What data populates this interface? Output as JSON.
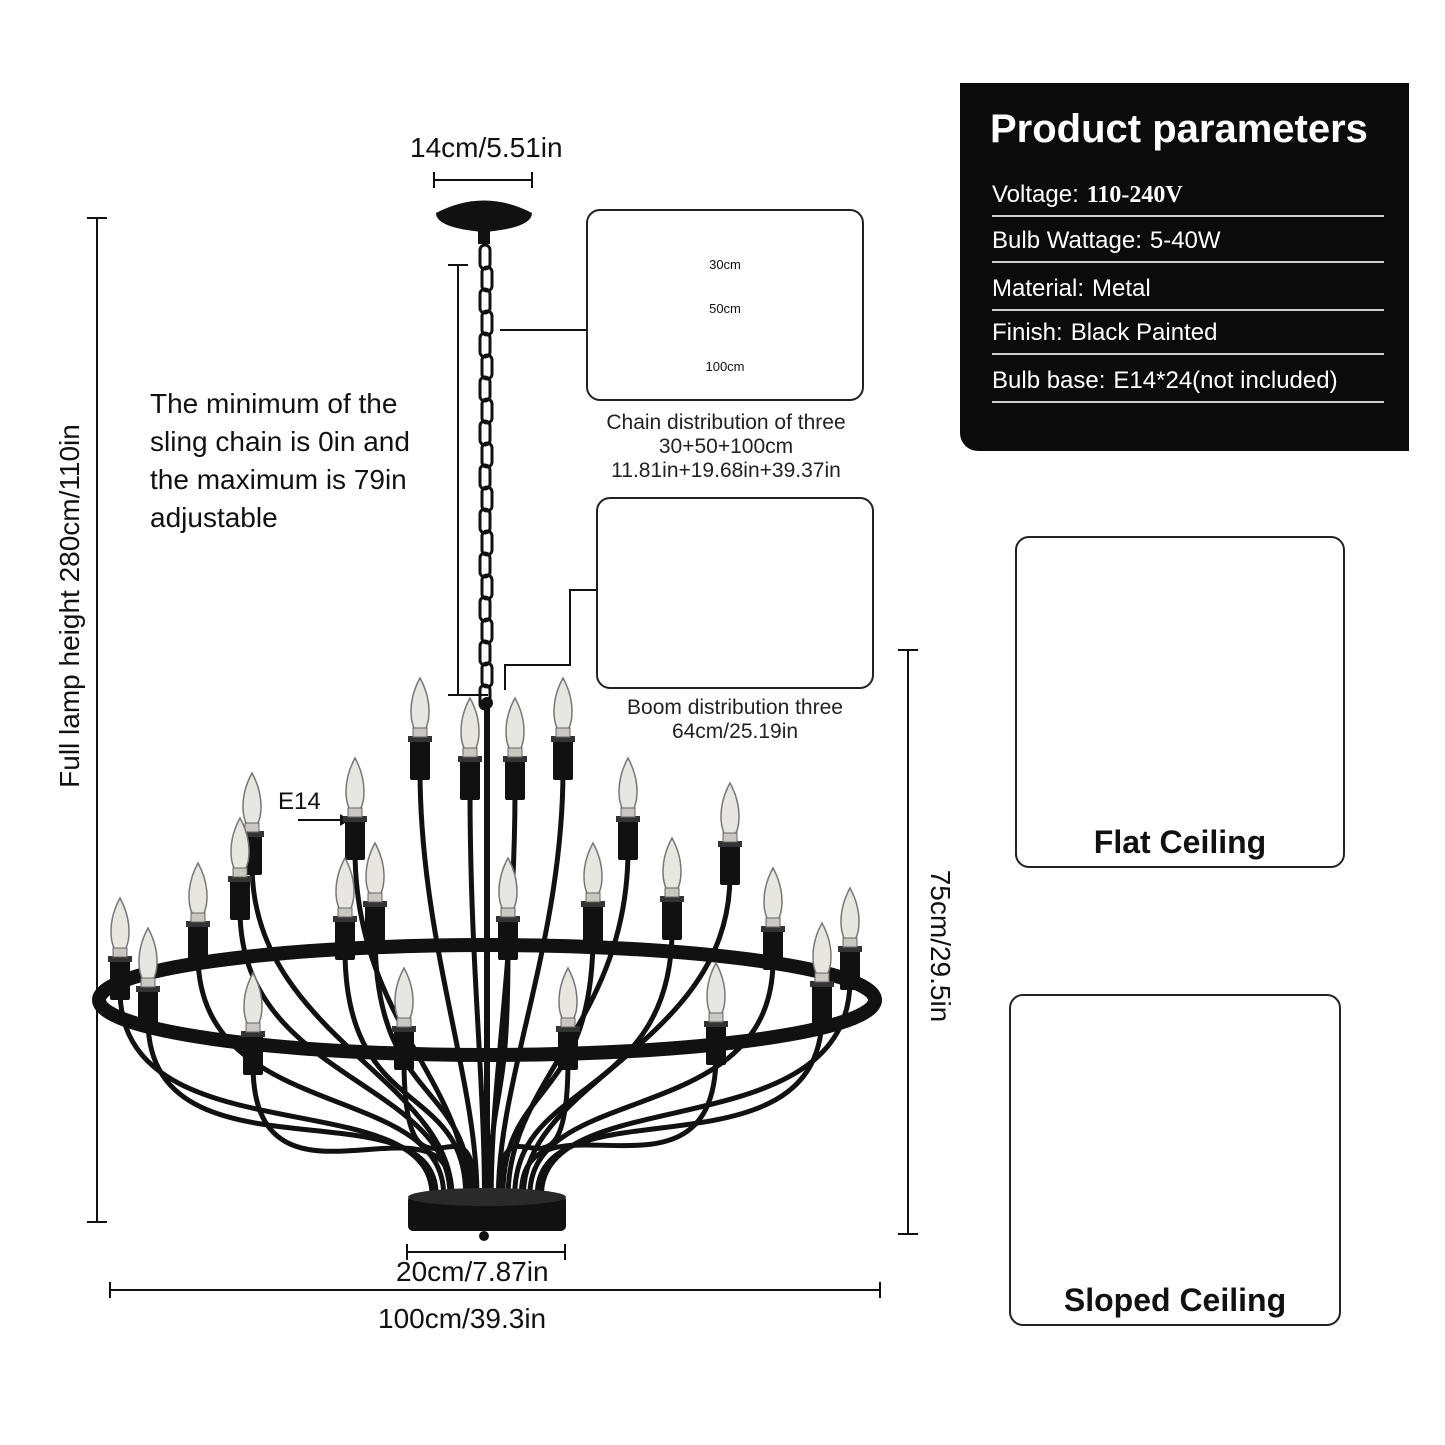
{
  "dimensions": {
    "canopy_width": "14cm/5.51in",
    "full_height": "Full lamp height  280cm/110in",
    "body_height": "75cm/29.5in",
    "base_width": "20cm/7.87in",
    "overall_width": "100cm/39.3in",
    "bulb_label": "E14"
  },
  "sling_note": "The minimum of the sling chain is 0in and the maximum is 79in adjustable",
  "chain": {
    "lengths": [
      "30cm",
      "50cm",
      "100cm"
    ],
    "caption_lines": [
      "Chain distribution of three",
      "30+50+100cm",
      "11.81in+19.68in+39.37in"
    ]
  },
  "boom": {
    "caption_lines": [
      "Boom distribution three",
      "64cm/25.19in"
    ]
  },
  "parameters": {
    "title": "Product parameters",
    "rows": [
      {
        "label": "Voltage:",
        "value": "110-240V"
      },
      {
        "label": "Bulb Wattage:",
        "value": "5-40W"
      },
      {
        "label": "Material:",
        "value": "Metal"
      },
      {
        "label": "Finish:",
        "value": "Black Painted"
      },
      {
        "label": "Bulb base:",
        "value": "E14*24(not included)"
      }
    ]
  },
  "mounting": {
    "flat": "Flat Ceiling",
    "sloped": "Sloped Ceiling"
  },
  "colors": {
    "metal": "#111111",
    "panel": "#0b0b0b",
    "bulb": "#e8e6e0"
  }
}
